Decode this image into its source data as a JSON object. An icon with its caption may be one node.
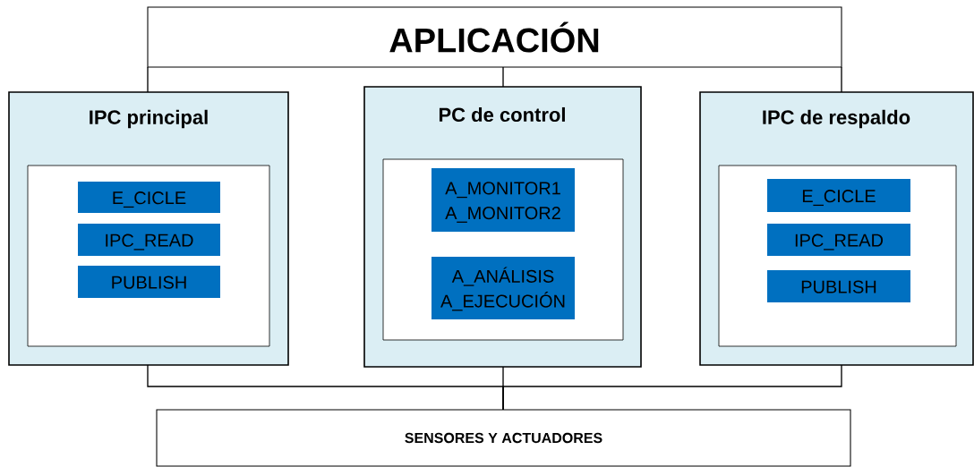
{
  "diagram": {
    "nodes": [
      {
        "text": [
          "APLICACIÓN"
        ]
      },
      {
        "text": [
          "IPC principal"
        ]
      },
      {
        "text": [],
        "shape": "box",
        "in": 1
      },
      {
        "text": [
          "E_CICLE"
        ],
        "in": 2
      },
      {
        "text": [
          "IPC_READ"
        ],
        "in": 2
      },
      {
        "text": [
          "PUBLISH"
        ],
        "in": 2
      },
      {
        "text": [
          "PC de control"
        ]
      },
      {
        "text": [],
        "shape": "box",
        "in": 6
      },
      {
        "text": [
          "A_MONITOR1",
          "A_MONITOR2"
        ],
        "in": 7
      },
      {
        "text": [
          "A_ANÁLISIS",
          "A_EJECUCIÓN"
        ],
        "in": 7
      },
      {
        "text": [
          "IPC de respaldo"
        ]
      },
      {
        "text": [],
        "shape": "box",
        "in": 10
      },
      {
        "text": [
          "E_CICLE"
        ],
        "in": 11
      },
      {
        "text": [
          "IPC_READ"
        ],
        "in": 11
      },
      {
        "text": [
          "PUBLISH"
        ],
        "in": 11
      },
      {
        "text": [
          "SENSORES Y ACTUADORES"
        ]
      }
    ],
    "edges": [
      {
        "from": 0,
        "to": 1,
        "arrow": "none"
      },
      {
        "from": 0,
        "to": 6,
        "arrow": "none"
      },
      {
        "from": 0,
        "to": 10,
        "arrow": "none"
      },
      {
        "from": 1,
        "to": 15,
        "arrow": "none"
      },
      {
        "from": 6,
        "to": 15,
        "arrow": "none"
      },
      {
        "from": 10,
        "to": 15,
        "arrow": "none"
      }
    ]
  }
}
